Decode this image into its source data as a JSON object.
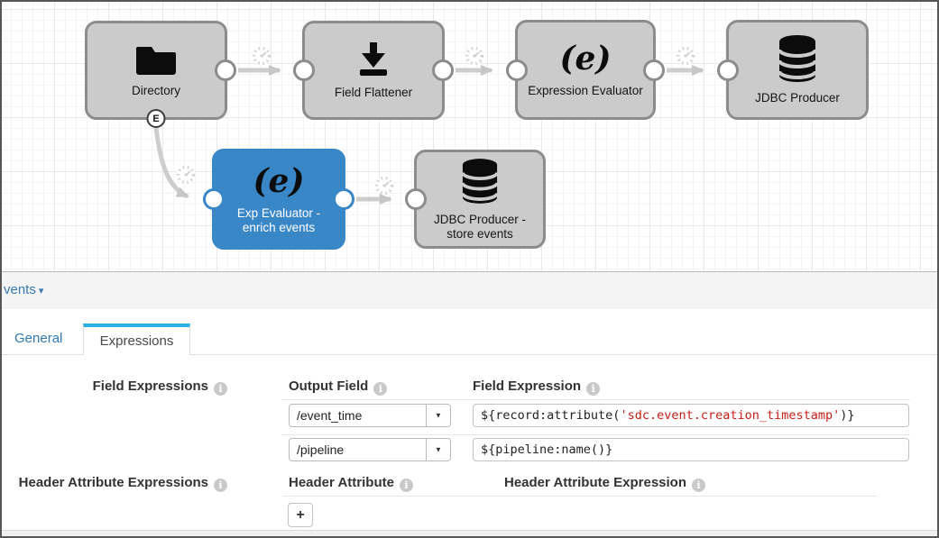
{
  "canvas": {
    "event_label": "E",
    "stages": [
      {
        "label": "Directory",
        "icon": "folder"
      },
      {
        "label": "Field Flattener",
        "icon": "download-arrow"
      },
      {
        "label": "Expression Evaluator",
        "icon": "expression-e"
      },
      {
        "label": "JDBC Producer",
        "icon": "database"
      },
      {
        "label": "Exp Evaluator - enrich events",
        "icon": "expression-e",
        "selected": true
      },
      {
        "label": "JDBC Producer - store events",
        "icon": "database"
      }
    ],
    "expression_logo_glyph": "(e)"
  },
  "panel": {
    "breadcrumb": {
      "label": "vents",
      "caret": "▾"
    },
    "tabs": [
      {
        "label": "General",
        "active": false
      },
      {
        "label": "Expressions",
        "active": true
      }
    ],
    "info_icon_glyph": "i",
    "dropdown_caret": "▼",
    "field_expressions": {
      "section_label": "Field Expressions",
      "output_field_header": "Output Field",
      "field_expression_header": "Field Expression",
      "rows": [
        {
          "output_field": "/event_time",
          "expression_prefix": "${record:attribute(",
          "expression_string": "'sdc.event.creation_timestamp'",
          "expression_suffix": ")}"
        },
        {
          "output_field": "/pipeline",
          "expression_prefix": "${pipeline:name()}",
          "expression_string": "",
          "expression_suffix": ""
        }
      ]
    },
    "header_attribute_expressions": {
      "section_label": "Header Attribute Expressions",
      "header_attribute_header": "Header Attribute",
      "header_attribute_expression_header": "Header Attribute Expression",
      "add_button_label": "+"
    }
  },
  "colors": {
    "selected_stage": "#3a87c8",
    "tab_highlight": "#29b2e5",
    "link_blue": "#337ab7",
    "expression_string_red": "#c7201a",
    "stage_fill": "#cbcbcb",
    "stage_border": "#8c8c8c"
  }
}
